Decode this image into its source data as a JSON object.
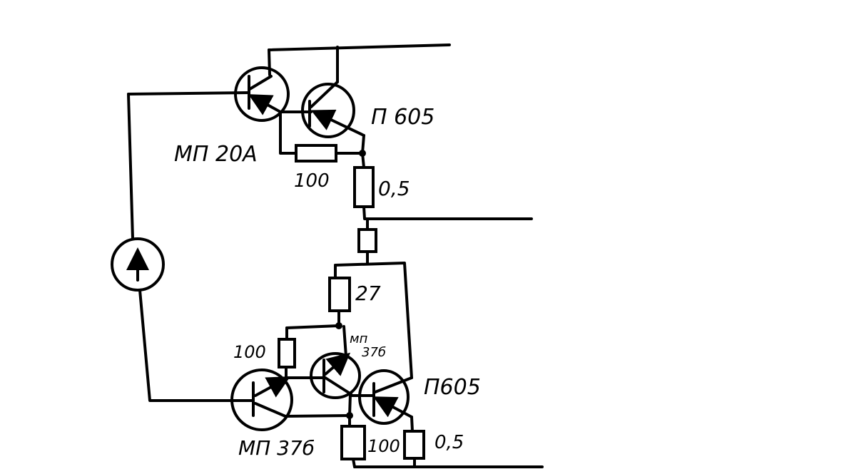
{
  "diagram": {
    "type": "hand-drawn circuit schematic",
    "colors": {
      "ink": "#000000",
      "background": "#ffffff"
    },
    "upper_stage": {
      "transistor_1": "МП 20А",
      "transistor_2": "П 605",
      "resistor_base": "100",
      "resistor_emitter": "0,5"
    },
    "lower_stage": {
      "resistor_top": "27",
      "transistor_mid_line1": "мп",
      "transistor_mid_line2": "37б",
      "resistor_left": "100",
      "transistor_right": "П605",
      "transistor_left": "МП 37б",
      "resistor_bottom_left": "100",
      "resistor_bottom_right": "0,5"
    },
    "meter_icon": "ammeter-arrow-icon"
  }
}
